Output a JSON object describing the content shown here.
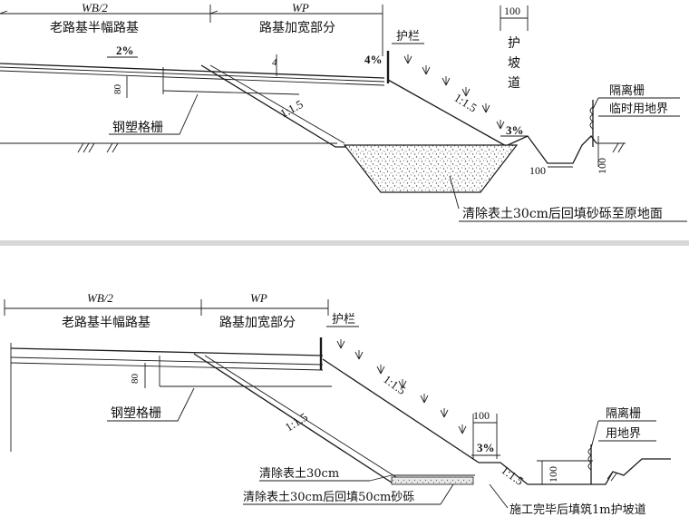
{
  "top_panel": {
    "label_wb2": "WB/2",
    "label_wp": "WP",
    "label_old_road": "老路基半幅路基",
    "label_widening": "路基加宽部分",
    "label_2pct": "2%",
    "label_4pct": "4%",
    "label_guardrail": "护栏",
    "label_100_top": "100",
    "label_slope_road_1": "护",
    "label_slope_road_2": "坡",
    "label_slope_road_3": "道",
    "label_slope_15_a": "1:1.5",
    "label_slope_15_b": "1:1.5",
    "label_3pct": "3%",
    "label_fence": "隔离栅",
    "label_boundary": "临时用地界",
    "label_80": "80",
    "label_4": "4",
    "label_geogrid": "钢塑格栅",
    "label_100_bottom_a": "100",
    "label_100_bottom_b": "100",
    "label_fill_note": "清除表土30cm后回填砂砾至原地面"
  },
  "bottom_panel": {
    "label_wb2": "WB/2",
    "label_wp": "WP",
    "label_old_road": "老路基半幅路基",
    "label_widening": "路基加宽部分",
    "label_guardrail": "护栏",
    "label_80": "80",
    "label_slope_15_a": "1:1.5",
    "label_slope_15_b": "1:1.5",
    "label_slope_15_c": "1:1.5",
    "label_geogrid": "钢塑格栅",
    "label_100": "100",
    "label_3pct": "3%",
    "label_fence": "隔离栅",
    "label_boundary": "用地界",
    "label_100_vert": "100",
    "label_clear_30": "清除表土30cm",
    "label_clear_fill": "清除表土30cm后回填50cm砂砾",
    "label_finish_note": "施工完毕后填筑1m护坡道"
  }
}
